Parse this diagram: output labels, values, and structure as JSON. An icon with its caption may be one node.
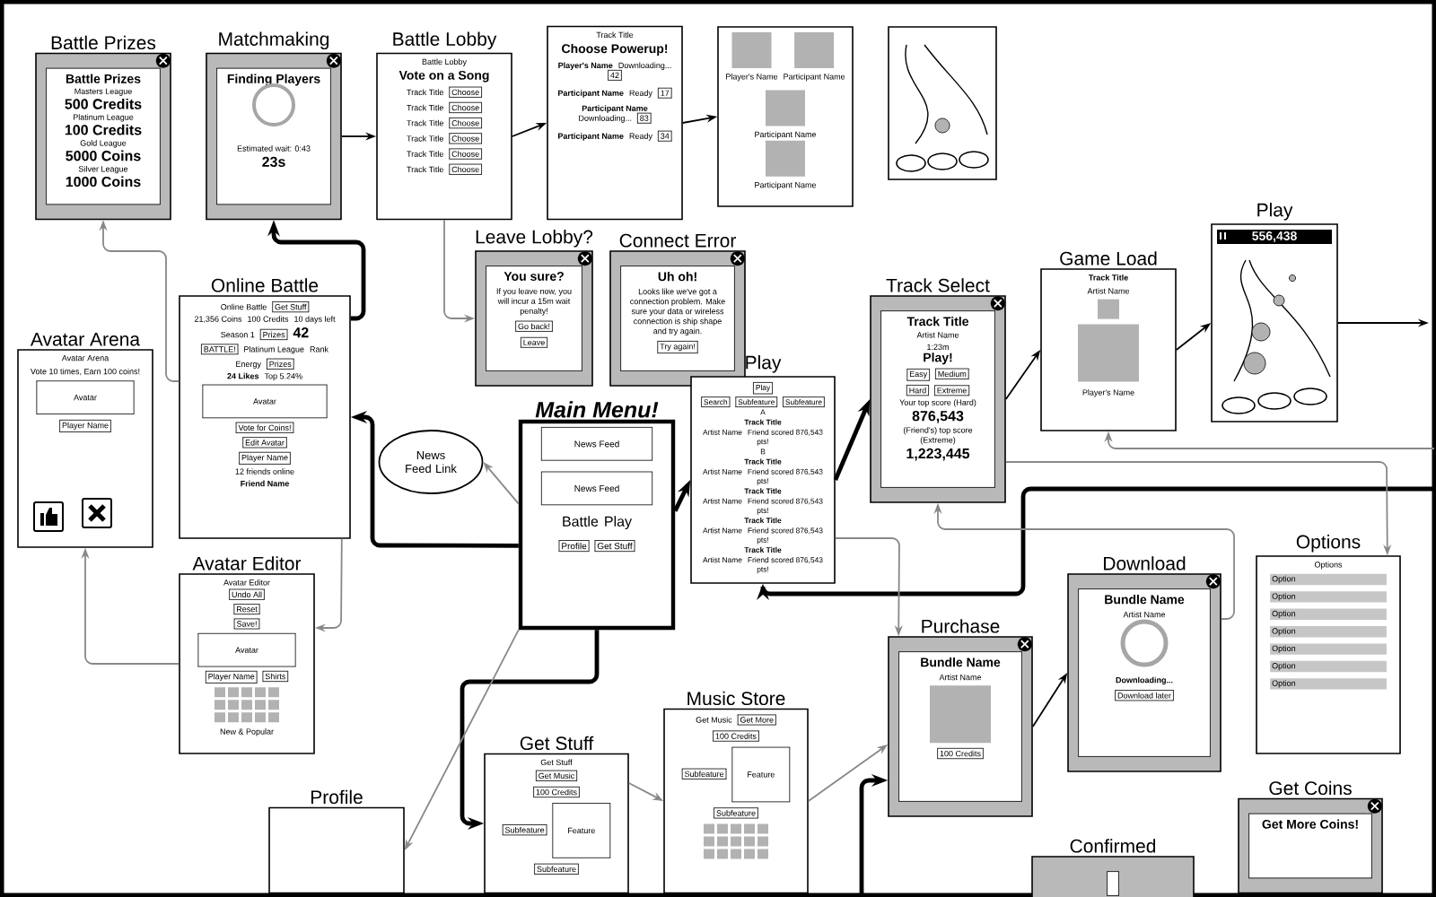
{
  "diagram": {
    "nodes": [
      {
        "text": [
          "Battle Prizes",
          "Battle Prizes",
          "Masters League",
          "500 Credits",
          "Platinum League",
          "100 Credits",
          "Gold League",
          "5000 Coins",
          "Silver League",
          "1000 Coins"
        ]
      },
      {
        "text": [
          "Matchmaking",
          "Finding Players",
          "Estimated wait: 0:43",
          "23s"
        ]
      },
      {
        "text": [
          "Battle Lobby",
          "Battle Lobby",
          "Vote on a Song",
          "Track Title",
          "Choose",
          "Track Title",
          "Choose",
          "Track Title",
          "Choose",
          "Track Title",
          "Choose",
          "Track Title",
          "Choose",
          "Track Title",
          "Choose"
        ]
      },
      {
        "text": [
          "Track Title",
          "Choose Powerup!",
          "Player's Name",
          "Downloading...",
          "42",
          "Participant Name",
          "Ready",
          "17",
          "Participant Name",
          "Downloading...",
          "83",
          "Participant Name",
          "Ready",
          "34"
        ]
      },
      {
        "text": [
          "Player's Name",
          "Participant Name",
          "Participant Name",
          "Participant Name"
        ]
      },
      {
        "text": [],
        "shape": "picture"
      },
      {
        "text": [
          "Avatar Arena",
          "Avatar Arena",
          "Vote 10 times, Earn 100 coins!",
          "Avatar",
          "Player Name"
        ]
      },
      {
        "text": [
          "Online Battle",
          "Online Battle",
          "Get Stuff",
          "21,356 Coins",
          "100 Credits",
          "10 days left",
          "Season 1",
          "Prizes",
          "42",
          "BATTLE!",
          "Platinum League",
          "Rank",
          "Energy",
          "Prizes",
          "24 Likes",
          "Top 5.24%",
          "Avatar",
          "Vote for Coins!",
          "Edit Avatar",
          "Player Name",
          "12 friends online",
          "Friend Name"
        ]
      },
      {
        "text": [
          "Leave Lobby?",
          "You sure?",
          "If you leave now, you will incur a 15m wait penalty!",
          "Go back!",
          "Leave"
        ]
      },
      {
        "text": [
          "Connect Error",
          "Uh oh!",
          "Looks like we've got a connection problem. Make sure your data or wireless connection is ship shape and try again.",
          "Try again!"
        ]
      },
      {
        "text": [
          "News Feed Link"
        ]
      },
      {
        "text": [
          "Main Menu!",
          "News Feed",
          "News Feed",
          "Battle",
          "Play",
          "Profile",
          "Get Stuff"
        ]
      },
      {
        "text": [
          "Play",
          "Play",
          "Search",
          "Subfeature",
          "Subfeature",
          "A",
          "Track Title",
          "Artist Name",
          "Friend scored 876,543 pts!",
          "B",
          "Track Title",
          "Artist Name",
          "Friend scored 876,543 pts!",
          "Track Title",
          "Artist Name",
          "Friend scored 876,543 pts!",
          "Track Title",
          "Artist Name",
          "Friend scored 876,543 pts!",
          "Track Title",
          "Artist Name",
          "Friend scored 876,543 pts!"
        ]
      },
      {
        "text": [
          "Track Select",
          "Track Title",
          "Artist Name",
          "1:23m",
          "Play!",
          "Easy",
          "Medium",
          "Hard",
          "Extreme",
          "Your top score (Hard)",
          "876,543",
          "(Friend's) top score (Extreme)",
          "1,223,445"
        ]
      },
      {
        "text": [
          "Game Load",
          "Track Title",
          "Artist Name",
          "Player's Name"
        ]
      },
      {
        "text": [
          "Play",
          "556,438"
        ]
      },
      {
        "text": [
          "Avatar Editor",
          "Avatar Editor",
          "Undo All",
          "Reset",
          "Save!",
          "Avatar",
          "Player Name",
          "Shirts",
          "New & Popular"
        ]
      },
      {
        "text": [
          "Profile"
        ]
      },
      {
        "text": [
          "Get Stuff",
          "Get Stuff",
          "Get Music",
          "100 Credits",
          "Subfeature",
          "Feature",
          "Subfeature"
        ]
      },
      {
        "text": [
          "Music Store",
          "Get Music",
          "Get More",
          "100 Credits",
          "Subfeature",
          "Feature",
          "Subfeature"
        ]
      },
      {
        "text": [
          "Purchase",
          "Bundle Name",
          "Artist Name",
          "100 Credits"
        ]
      },
      {
        "text": [
          "Download",
          "Bundle Name",
          "Artist Name",
          "Downloading...",
          "Download later"
        ]
      },
      {
        "text": [
          "Options",
          "Options",
          "Option",
          "Option",
          "Option",
          "Option",
          "Option",
          "Option",
          "Option"
        ]
      },
      {
        "text": [
          "Confirmed"
        ]
      },
      {
        "text": [
          "Get Coins",
          "Get More Coins!"
        ]
      }
    ],
    "edges": [
      {
        "from": 11,
        "to": 7,
        "arrow": "to",
        "style": "thick"
      },
      {
        "from": 7,
        "to": 1,
        "arrow": "to",
        "style": "thick"
      },
      {
        "from": 1,
        "to": 2,
        "arrow": "to"
      },
      {
        "from": 2,
        "to": 3,
        "arrow": "to"
      },
      {
        "from": 3,
        "to": 4,
        "arrow": "to"
      },
      {
        "from": 11,
        "to": 12,
        "arrow": "to",
        "style": "thick"
      },
      {
        "from": 11,
        "to": 18,
        "arrow": "to",
        "style": "thick"
      },
      {
        "from": 11,
        "to": 10,
        "arrow": "to",
        "color": "#888888"
      },
      {
        "from": 11,
        "to": 17,
        "arrow": "to",
        "color": "#888888"
      },
      {
        "from": 12,
        "to": 13,
        "arrow": "to",
        "style": "thick"
      },
      {
        "from": 13,
        "to": 14,
        "arrow": "to"
      },
      {
        "from": 14,
        "to": 15,
        "arrow": "to"
      },
      {
        "from": 15,
        "to": null,
        "arrow": "to"
      },
      {
        "from": null,
        "to": 12,
        "arrow": "to",
        "style": "thick"
      },
      {
        "from": null,
        "to": 14,
        "arrow": "to",
        "color": "#888888"
      },
      {
        "from": 13,
        "to": 22,
        "arrow": "to",
        "color": "#888888"
      },
      {
        "from": 21,
        "to": 13,
        "arrow": "to",
        "color": "#888888"
      },
      {
        "from": 12,
        "to": 20,
        "arrow": "to",
        "color": "#888888"
      },
      {
        "from": 20,
        "to": 21,
        "arrow": "to"
      },
      {
        "from": 18,
        "to": 19,
        "arrow": "to",
        "color": "#888888"
      },
      {
        "from": 19,
        "to": 20,
        "arrow": "to",
        "color": "#888888"
      },
      {
        "from": null,
        "to": 20,
        "arrow": "to",
        "style": "thick"
      },
      {
        "from": 16,
        "to": 6,
        "arrow": "to",
        "color": "#888888"
      },
      {
        "from": 7,
        "to": 0,
        "arrow": "to",
        "color": "#888888"
      },
      {
        "from": 7,
        "to": 16,
        "arrow": "to",
        "color": "#888888"
      },
      {
        "from": 2,
        "to": 8,
        "arrow": "to",
        "color": "#888888"
      }
    ]
  }
}
